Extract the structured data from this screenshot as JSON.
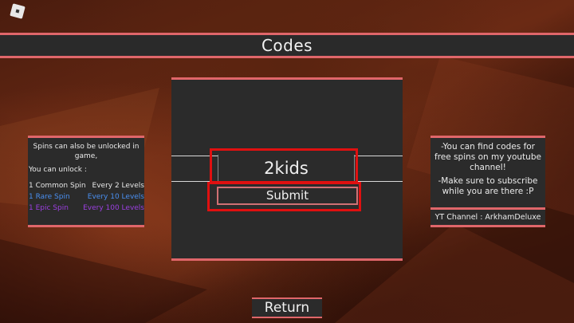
{
  "header": {
    "title": "Codes"
  },
  "info_panel": {
    "intro": "Spins can also be unlocked in game,",
    "unlock_label": "You can unlock :",
    "rewards": [
      {
        "spin": "1 Common Spin",
        "requirement": "Every 2 Levels",
        "color": "#e6e6e6"
      },
      {
        "spin": "1 Rare Spin",
        "requirement": "Every 10 Levels",
        "color": "#4a8ff0"
      },
      {
        "spin": "1 Epic Spin",
        "requirement": "Every 100 Levels",
        "color": "#9b3fe0"
      }
    ]
  },
  "code_panel": {
    "code_value": "2kids",
    "submit_label": "Submit",
    "highlight_color": "#e01010"
  },
  "promo_panel": {
    "line1": "-You can find codes for free spins on my youtube channel!",
    "line2": "-Make sure to subscribe while you are there :P",
    "channel": "YT Channel : ArkhamDeluxe"
  },
  "footer": {
    "return_label": "Return"
  },
  "colors": {
    "accent": "#e0666a",
    "panel": "#2b2b2b"
  },
  "icons": {
    "app": "roblox-logo-icon"
  }
}
